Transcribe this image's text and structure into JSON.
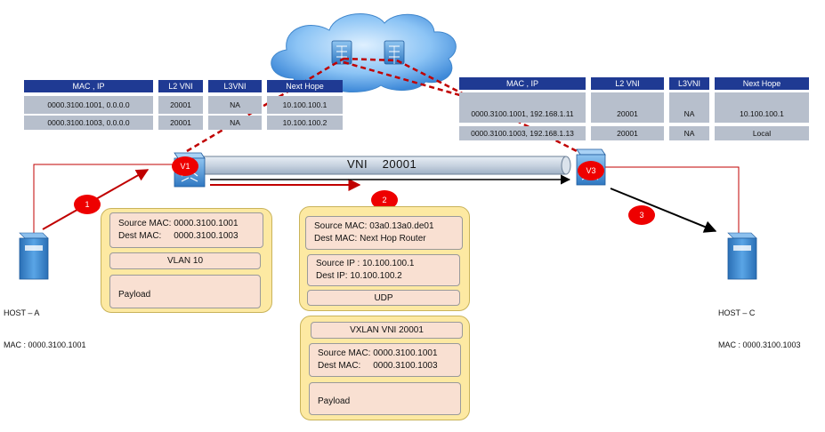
{
  "left_table": {
    "headers": [
      "MAC , IP",
      "L2 VNI",
      "L3VNI",
      "Next Hope"
    ],
    "rows": [
      [
        "0000.3100.1001, 0.0.0.0",
        "20001",
        "NA",
        "10.100.100.1"
      ],
      [
        "0000.3100.1003, 0.0.0.0",
        "20001",
        "NA",
        "10.100.100.2"
      ]
    ]
  },
  "right_table": {
    "headers": [
      "MAC , IP",
      "L2 VNI",
      "L3VNI",
      "Next Hope"
    ],
    "rows": [
      [
        "0000.3100.1001, 192.168.1.11",
        "20001",
        "NA",
        "10.100.100.1"
      ],
      [
        "0000.3100.1003, 192.168.1.13",
        "20001",
        "NA",
        "Local"
      ]
    ]
  },
  "tunnel_label": "VNI    20001",
  "vtep_left": "V1",
  "vtep_right": "V3",
  "steps": [
    "1",
    "2",
    "3"
  ],
  "host_a": {
    "name": "HOST – A",
    "mac": "MAC : 0000.3100.1001"
  },
  "host_c": {
    "name": "HOST – C",
    "mac": "MAC : 0000.3100.1003"
  },
  "frame1": {
    "mac_line1": "Source MAC: 0000.3100.1001",
    "mac_line2": "Dest MAC:     0000.3100.1003",
    "vlan": "VLAN 10",
    "payload": "Payload"
  },
  "frame2_outer": {
    "mac_line1": "Source MAC: 03a0.13a0.de01",
    "mac_line2": "Dest MAC: Next Hop Router",
    "ip_line1": "Source IP : 10.100.100.1",
    "ip_line2": "Dest IP: 10.100.100.2",
    "udp": "UDP"
  },
  "frame2_inner": {
    "vxlan": "VXLAN VNI 20001",
    "mac_line1": "Source MAC: 0000.3100.1001",
    "mac_line2": "Dest MAC:     0000.3100.1003",
    "payload": "Payload"
  },
  "colors": {
    "header_blue": "#1f3a93",
    "cell_gray": "#b7bfcc",
    "frame_yellow": "#fde9a2",
    "field_pink": "#f9e0d2",
    "badge_red": "#e00000",
    "link_red": "#c00000",
    "cloud_blue": "#5aa0e6"
  },
  "icons": [
    "cloud-icon",
    "firewall-icon",
    "switch-icon",
    "server-icon"
  ]
}
